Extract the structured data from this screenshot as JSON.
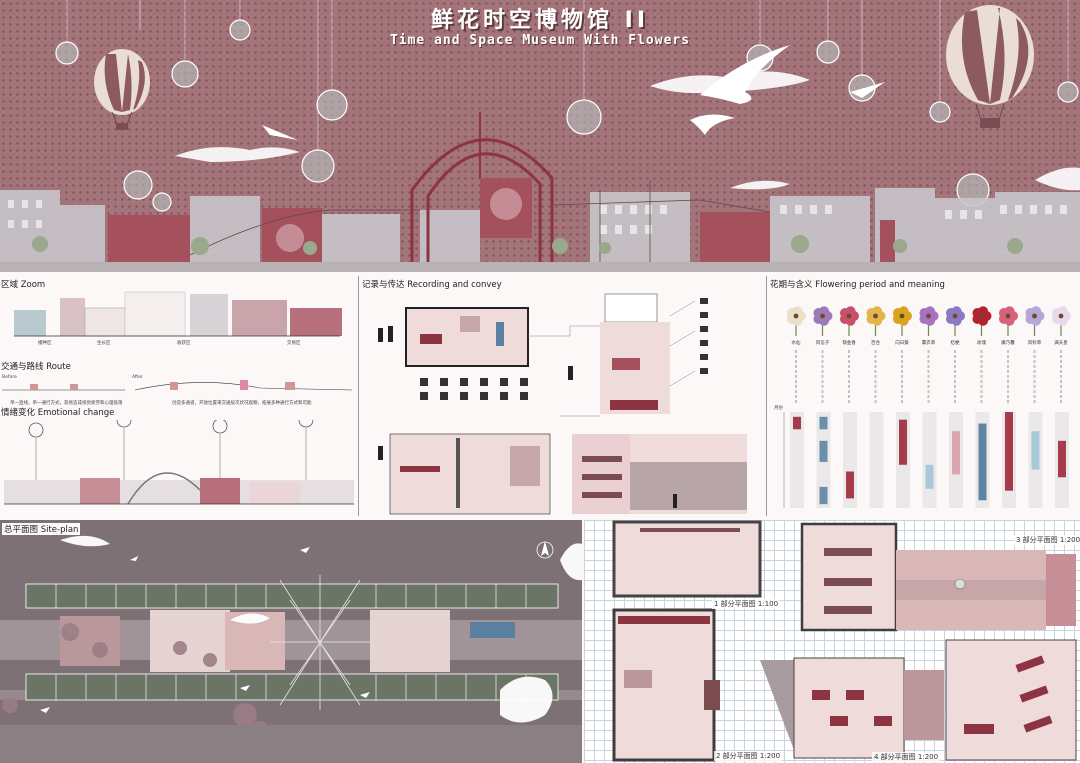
{
  "title": {
    "cn": "鲜花时空博物馆 II",
    "en": "Time and Space Museum With Flowers"
  },
  "sections": {
    "zoom": {
      "heading": "区域 Zoom",
      "zone_labels": [
        "播种区",
        "生长区",
        "收获区",
        "交易区"
      ]
    },
    "route": {
      "heading": "交通与路线 Route",
      "before_label": "Before",
      "after_label": "After",
      "before_note": "单一直线，单一通行方式，容易造成视觉疲劳和心理低落",
      "after_note": "创造多通道，开放位置来交通层次状况观察，拓展多种通行方式和可能"
    },
    "emotion": {
      "heading": "情绪变化 Emotional change"
    },
    "recording": {
      "heading": "记录与传达 Recording and convey"
    },
    "flowering": {
      "heading": "花期与含义 Flowering period and meaning",
      "axis_label": "月份",
      "flowers": [
        {
          "name": "水仙",
          "color": "#e8e0c8"
        },
        {
          "name": "风信子",
          "color": "#9c7bb8"
        },
        {
          "name": "郁金香",
          "color": "#c8506a"
        },
        {
          "name": "百合",
          "color": "#e2b64a"
        },
        {
          "name": "向日葵",
          "color": "#d9a320"
        },
        {
          "name": "薰衣草",
          "color": "#a773c0"
        },
        {
          "name": "桔梗",
          "color": "#8d78c4"
        },
        {
          "name": "玫瑰",
          "color": "#b3232f"
        },
        {
          "name": "康乃馨",
          "color": "#d8607a"
        },
        {
          "name": "风铃草",
          "color": "#b4a7d6"
        },
        {
          "name": "满天星",
          "color": "#e9d9ee"
        }
      ],
      "period_bars": [
        {
          "col": 0,
          "start": 0.05,
          "end": 0.18,
          "color": "#a63b4c"
        },
        {
          "col": 1,
          "start": 0.05,
          "end": 0.18,
          "color": "#6b8fa8"
        },
        {
          "col": 1,
          "start": 0.3,
          "end": 0.52,
          "color": "#6b8fa8"
        },
        {
          "col": 1,
          "start": 0.78,
          "end": 0.96,
          "color": "#6b8fa8"
        },
        {
          "col": 2,
          "start": 0.62,
          "end": 0.9,
          "color": "#a63b4c"
        },
        {
          "col": 4,
          "start": 0.08,
          "end": 0.55,
          "color": "#a63b4c"
        },
        {
          "col": 5,
          "start": 0.55,
          "end": 0.8,
          "color": "#a9c9d8"
        },
        {
          "col": 6,
          "start": 0.2,
          "end": 0.65,
          "color": "#d9a6b0"
        },
        {
          "col": 7,
          "start": 0.12,
          "end": 0.92,
          "color": "#5f86a0"
        },
        {
          "col": 8,
          "start": 0.0,
          "end": 0.82,
          "color": "#a63b4c"
        },
        {
          "col": 9,
          "start": 0.2,
          "end": 0.6,
          "color": "#a9c9d8"
        },
        {
          "col": 10,
          "start": 0.3,
          "end": 0.68,
          "color": "#a63b4c"
        }
      ]
    },
    "site_plan": {
      "heading": "总平面图 Site-plan"
    },
    "part_plans": [
      {
        "label": "1 部分平面图 1:100"
      },
      {
        "label": "2 部分平面图 1:200"
      },
      {
        "label": "3 部分平面图 1:200"
      },
      {
        "label": "4 部分平面图 1:200"
      }
    ]
  },
  "colors": {
    "hero_bg": "#a3747a",
    "hero_dot": "#7d5257",
    "accent_red": "#a63b4c",
    "panel_bg": "#fbf8f7",
    "site_bg": "#7e7175",
    "floor_pink": "#efdcda"
  }
}
